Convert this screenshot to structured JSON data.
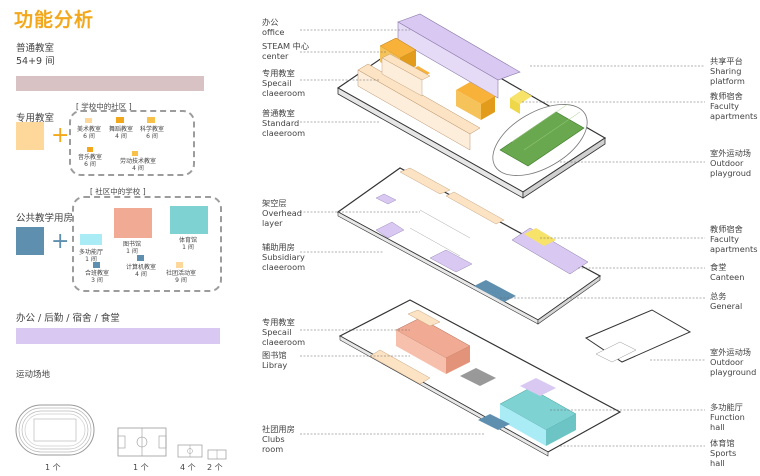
{
  "title": "功能分析",
  "left": {
    "regular": {
      "label": "普通教室",
      "count": "54+9 间"
    },
    "special": {
      "label": "专用教室",
      "group_title": "[ 学校中的社区 ]",
      "items": [
        {
          "name": "美术教室",
          "num": "6 间"
        },
        {
          "name": "舞蹈教室",
          "num": "4 间"
        },
        {
          "name": "科学教室",
          "num": "6 间"
        },
        {
          "name": "音乐教室",
          "num": "6 间"
        },
        {
          "name": "劳动技术教室",
          "num": "4 间"
        }
      ]
    },
    "public": {
      "label": "公共教学用房",
      "group_title": "[ 社区中的学校 ]",
      "items": [
        {
          "name": "图书馆",
          "num": "1 间"
        },
        {
          "name": "体育馆",
          "num": "1 间"
        },
        {
          "name": "多功能厅",
          "num": "1 间"
        },
        {
          "name": "合班教室",
          "num": "3 间"
        },
        {
          "name": "计算机教室",
          "num": "4 间"
        },
        {
          "name": "社团活动室",
          "num": "9 间"
        }
      ]
    },
    "office": {
      "label": "办公 / 后勤 / 宿舍 / 食堂"
    },
    "sports": {
      "label": "运动场地",
      "counts": [
        "1 个",
        "1 个",
        "4 个",
        "2 个"
      ]
    }
  },
  "right_labels": {
    "top_left": [
      {
        "cn": "办公",
        "en": "office"
      },
      {
        "cn": "STEAM 中心",
        "en": "center"
      },
      {
        "cn": "专用教室",
        "en1": "Specail",
        "en2": "claeeroom"
      },
      {
        "cn": "普通教室",
        "en1": "Standard",
        "en2": "claeeroom"
      }
    ],
    "top_right": [
      {
        "cn": "共享平台",
        "en1": "Sharing",
        "en2": "platform"
      },
      {
        "cn": "教师宿舍",
        "en1": "Faculty",
        "en2": "apartments"
      },
      {
        "cn": "室外运动场",
        "en1": "Outdoor",
        "en2": "playgroud"
      }
    ],
    "mid_left": [
      {
        "cn": "架空层",
        "en1": "Overhead",
        "en2": "layer"
      },
      {
        "cn": "辅助用房",
        "en1": "Subsidiary",
        "en2": "claeeroom"
      }
    ],
    "mid_right": [
      {
        "cn": "教师宿舍",
        "en1": "Faculty",
        "en2": "apartments"
      },
      {
        "cn": "食堂",
        "en1": "Canteen"
      },
      {
        "cn": "总务",
        "en1": "General"
      }
    ],
    "bot_left": [
      {
        "cn": "专用教室",
        "en1": "Specail",
        "en2": "claeeroom"
      },
      {
        "cn": "图书馆",
        "en1": "Libray"
      },
      {
        "cn": "社团用房",
        "en1": "Clubs",
        "en2": "room"
      }
    ],
    "bot_right": [
      {
        "cn": "室外运动场",
        "en1": "Outdoor",
        "en2": "playground"
      },
      {
        "cn": "多功能厅",
        "en1": "Function",
        "en2": "hall"
      },
      {
        "cn": "体育馆",
        "en1": "Sports",
        "en2": "hall"
      }
    ]
  },
  "colors": {
    "accent": "#f3a81c",
    "regular": "#d9c2c4",
    "special": "#fdd89a",
    "public": "#5e8fae",
    "library": "#f1ab94",
    "sports_hall": "#7fd2d2",
    "office": "#d8c8f2",
    "field": "#6aa84f"
  }
}
